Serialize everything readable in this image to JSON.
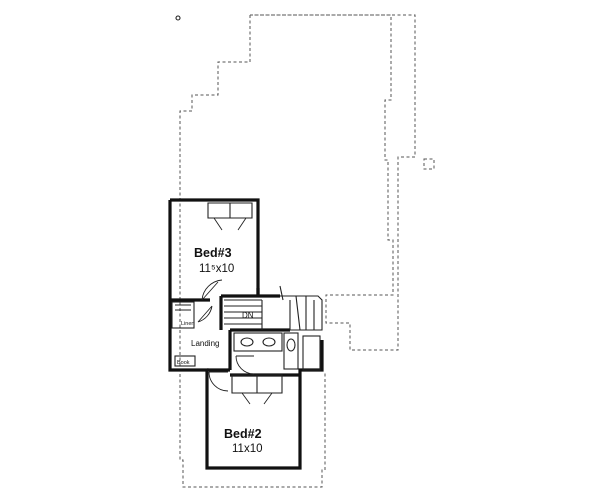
{
  "rooms": {
    "bed3": {
      "name": "Bed#3",
      "dimensions": "11⁵x10"
    },
    "bed2": {
      "name": "Bed#2",
      "dimensions": "11x10"
    }
  },
  "labels": {
    "landing": "Landing",
    "stair": "DN",
    "linen": "Linen",
    "book": "Book"
  }
}
